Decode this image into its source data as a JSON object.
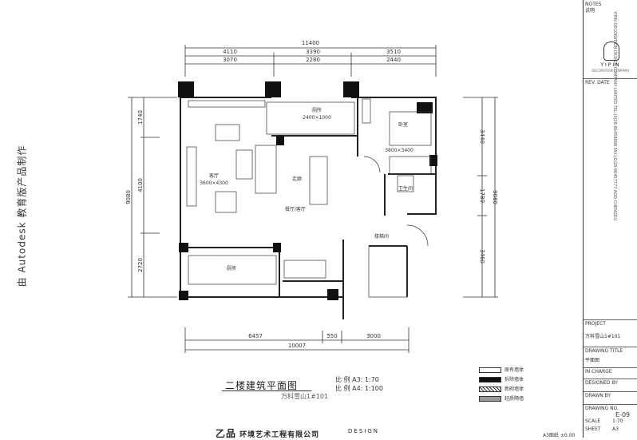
{
  "title": "二楼建筑平面图",
  "subtitle": "万科雪山1#101",
  "scales": [
    {
      "label": "比  例",
      "paper": "A3:",
      "ratio": "1:70"
    },
    {
      "label": "比  例",
      "paper": "A4:",
      "ratio": "1:100"
    }
  ],
  "watermark": "由 Autodesk 教育版产品制作",
  "footer": {
    "logo": "乙品",
    "company": "环境艺术工程有限公司",
    "en": "DESIGN"
  },
  "stamp": "A3图纸   ±0.00",
  "dimensions": {
    "total_width": "11400",
    "top_outer": [
      "4110",
      "3390",
      "3510"
    ],
    "top_inner": [
      "3070",
      "2280",
      "2440"
    ],
    "bottom": [
      "6457",
      "550",
      "3000"
    ],
    "bottom_total": "10007",
    "left_total": "9080",
    "left": [
      "1740",
      "4100",
      "2720"
    ],
    "right_total": "9080",
    "right": [
      "3440",
      "1780",
      "3460"
    ]
  },
  "rooms": {
    "bathroom": "厕所",
    "bathroom_sub": "2400×1000",
    "bedroom": "卧室",
    "bedroom_sub": "3800×3400",
    "living": "客厅",
    "living_sub": "3600×4300",
    "corridor": "走廊",
    "dining": "餐厅/客厅",
    "kitchen": "厨房",
    "stairs": "楼梯间",
    "wc": "卫生间"
  },
  "legend": [
    "原有墙体",
    "拆除墙体",
    "新砌墙体",
    "轻质隔墙"
  ],
  "titleblock": {
    "notes": "NOTES",
    "notes_text": "说明",
    "company_vertical": "YIPIN DECORATION DESIGN COMPANY LIMITED  TEL:(0)28-86458888  FAX:(0)28-86457777  ADD:CHENGDU",
    "logo_text": "YIPIN",
    "logo_sub": "DECORATION COMPANY",
    "rev": "REV.  DATE",
    "project_label": "PROJECT",
    "project_value": "万科雪山1#101",
    "drawing_title_label": "DRAWING  TITLE",
    "drawing_title_value": "平面图",
    "in_charge": "IN CHARGE",
    "designed_by": "DESIGNED BY",
    "drawn_by": "DRAWN BY",
    "drawing_no": "DRAWING NO.",
    "drawing_no_value": "E-09",
    "scale": "SCALE",
    "scale_value": "1:70",
    "sheet": "SHEET",
    "sheet_value": "A3"
  }
}
